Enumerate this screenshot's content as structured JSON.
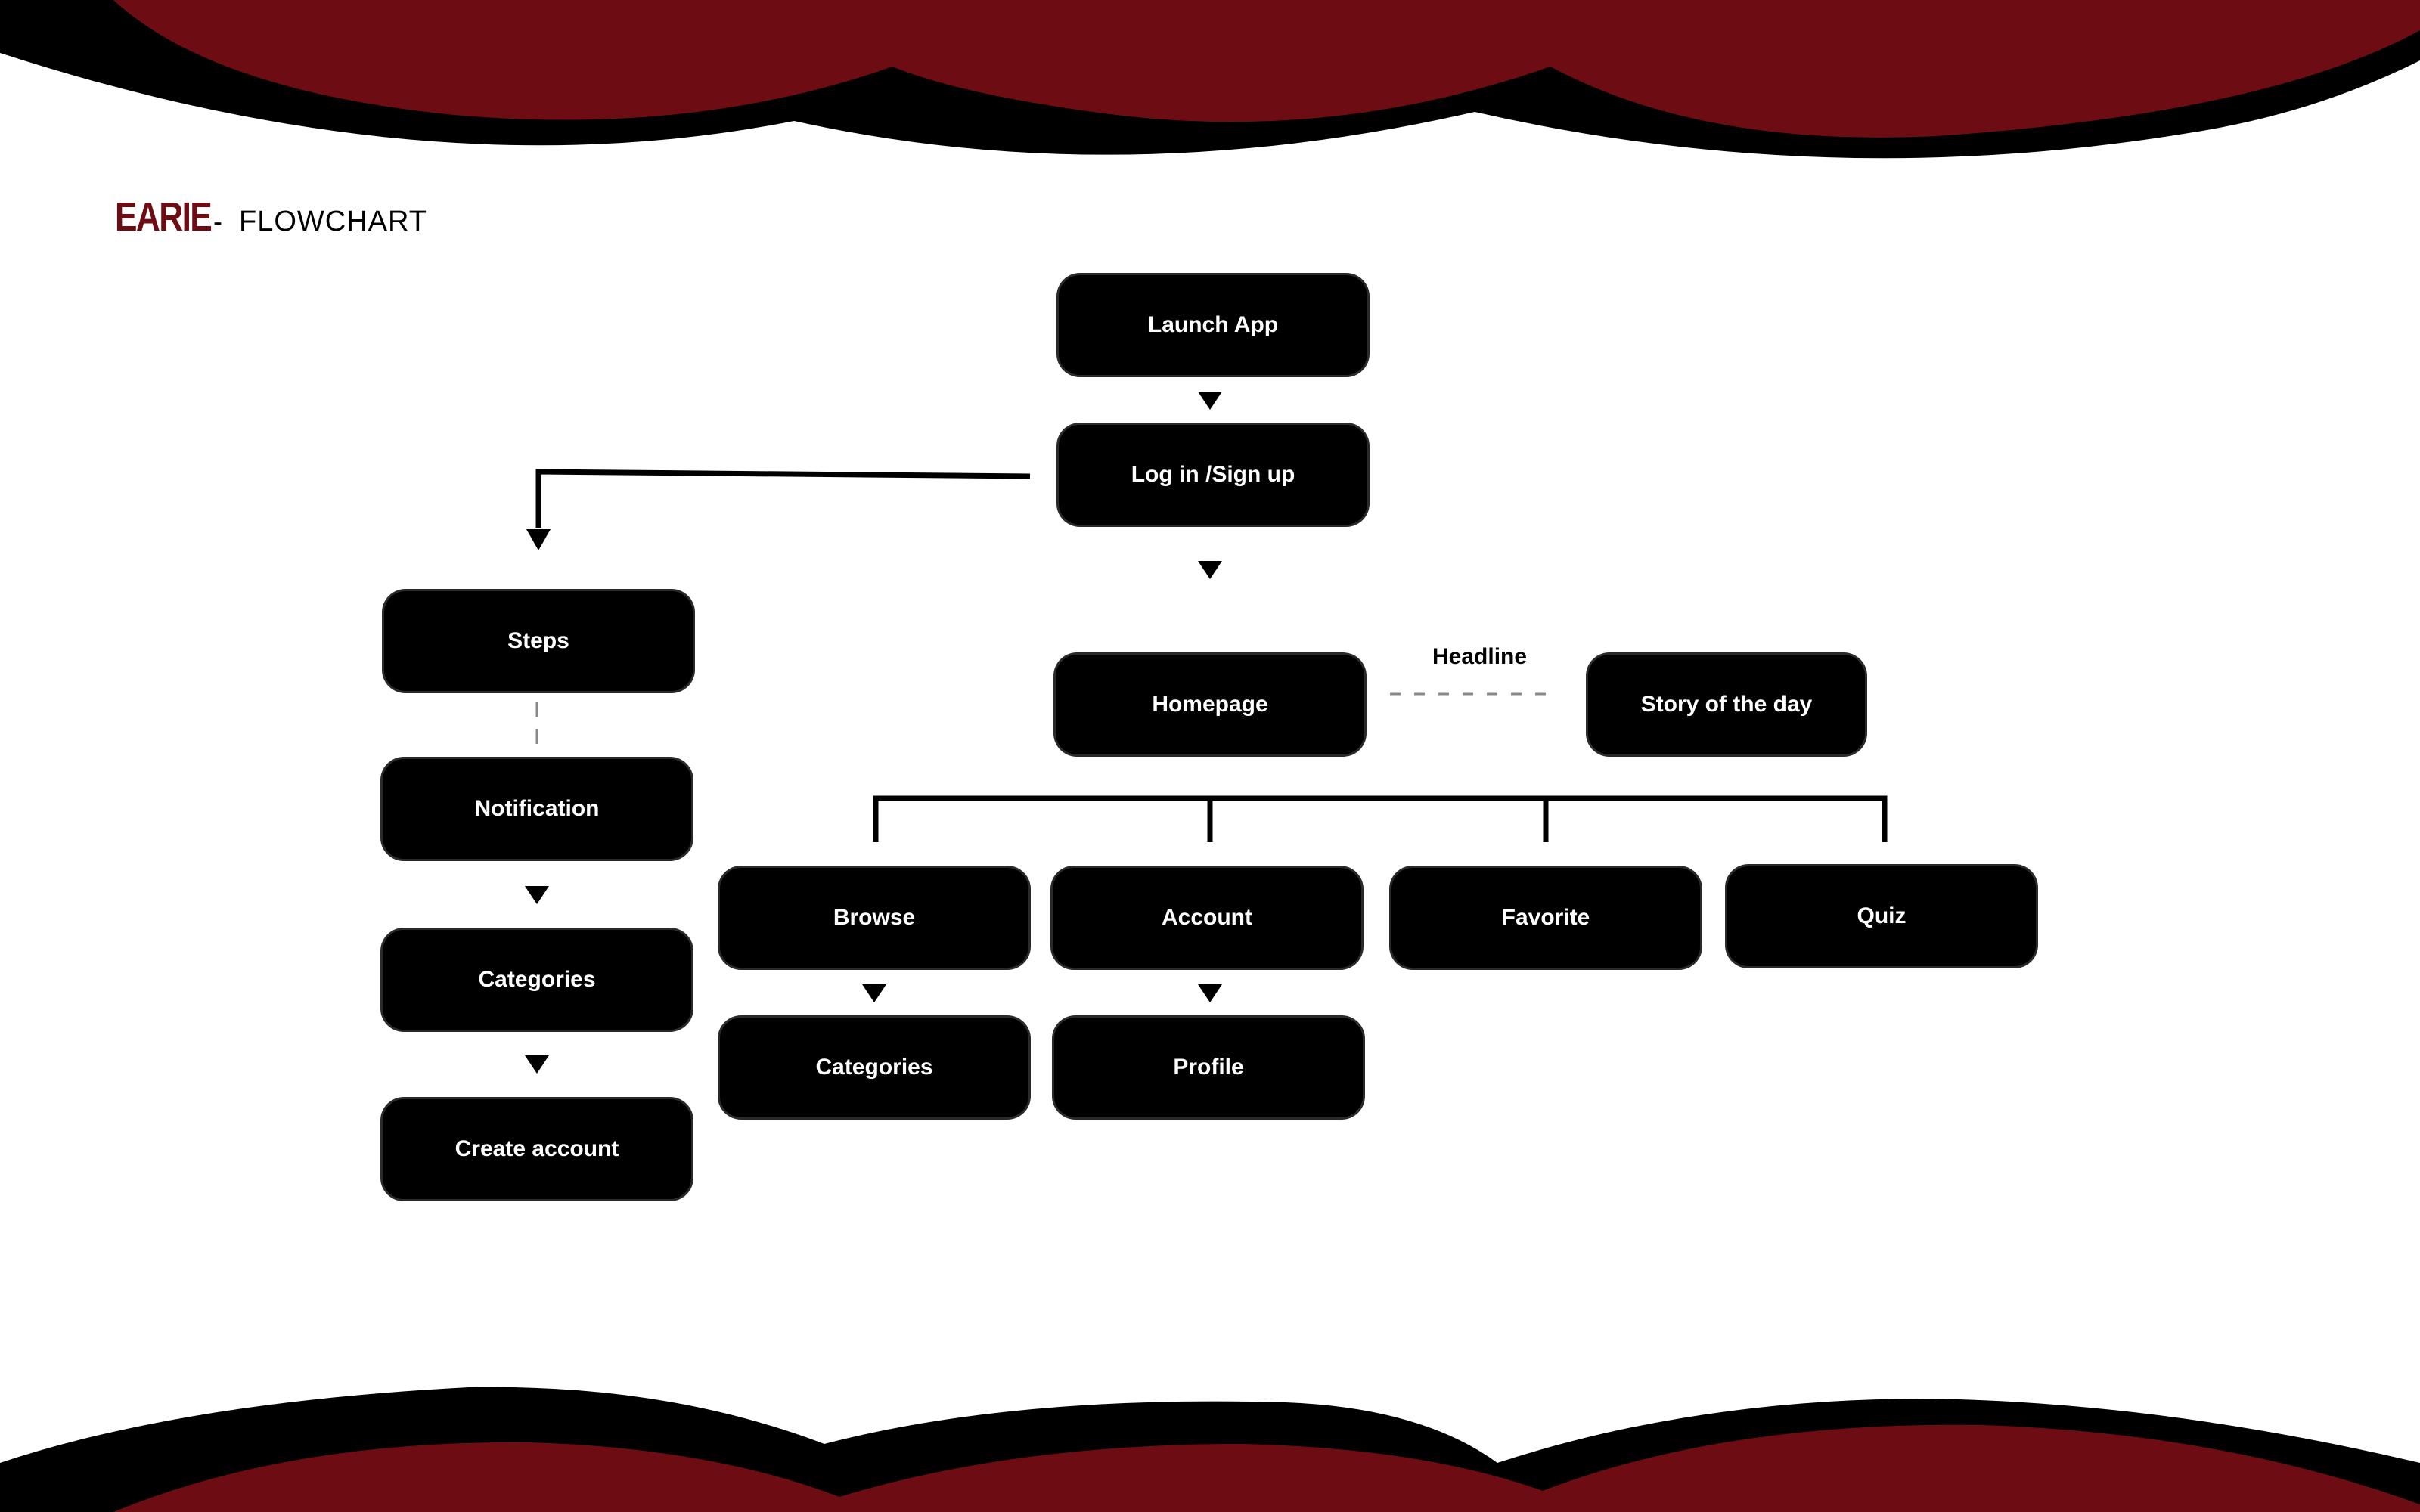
{
  "header": {
    "brand": "EARIE",
    "separator": "-",
    "subtitle": "FLOWCHART"
  },
  "colors": {
    "accent": "#6e0c14",
    "node": "#000000",
    "node_text": "#ffffff"
  },
  "nodes": {
    "launch_app": "Launch App",
    "login_signup": "Log in /Sign up",
    "steps": "Steps",
    "notification": "Notification",
    "categories_left": "Categories",
    "create_account": "Create account",
    "homepage": "Homepage",
    "story_of_the_day": "Story of the day",
    "browse": "Browse",
    "account": "Account",
    "favorite": "Favorite",
    "quiz": "Quiz",
    "categories_browse": "Categories",
    "profile": "Profile"
  },
  "edges": [
    {
      "from": "launch_app",
      "to": "login_signup",
      "style": "solid"
    },
    {
      "from": "login_signup",
      "to": "steps",
      "style": "solid"
    },
    {
      "from": "login_signup",
      "to": "homepage",
      "style": "solid"
    },
    {
      "from": "steps",
      "to": "notification",
      "style": "dashed"
    },
    {
      "from": "notification",
      "to": "categories_left",
      "style": "solid"
    },
    {
      "from": "categories_left",
      "to": "create_account",
      "style": "solid"
    },
    {
      "from": "homepage",
      "to": "story_of_the_day",
      "style": "dashed",
      "label": "Headline"
    },
    {
      "from": "homepage",
      "to": "browse",
      "style": "solid"
    },
    {
      "from": "homepage",
      "to": "account",
      "style": "solid"
    },
    {
      "from": "homepage",
      "to": "favorite",
      "style": "solid"
    },
    {
      "from": "homepage",
      "to": "quiz",
      "style": "solid"
    },
    {
      "from": "browse",
      "to": "categories_browse",
      "style": "solid"
    },
    {
      "from": "account",
      "to": "profile",
      "style": "solid"
    }
  ]
}
